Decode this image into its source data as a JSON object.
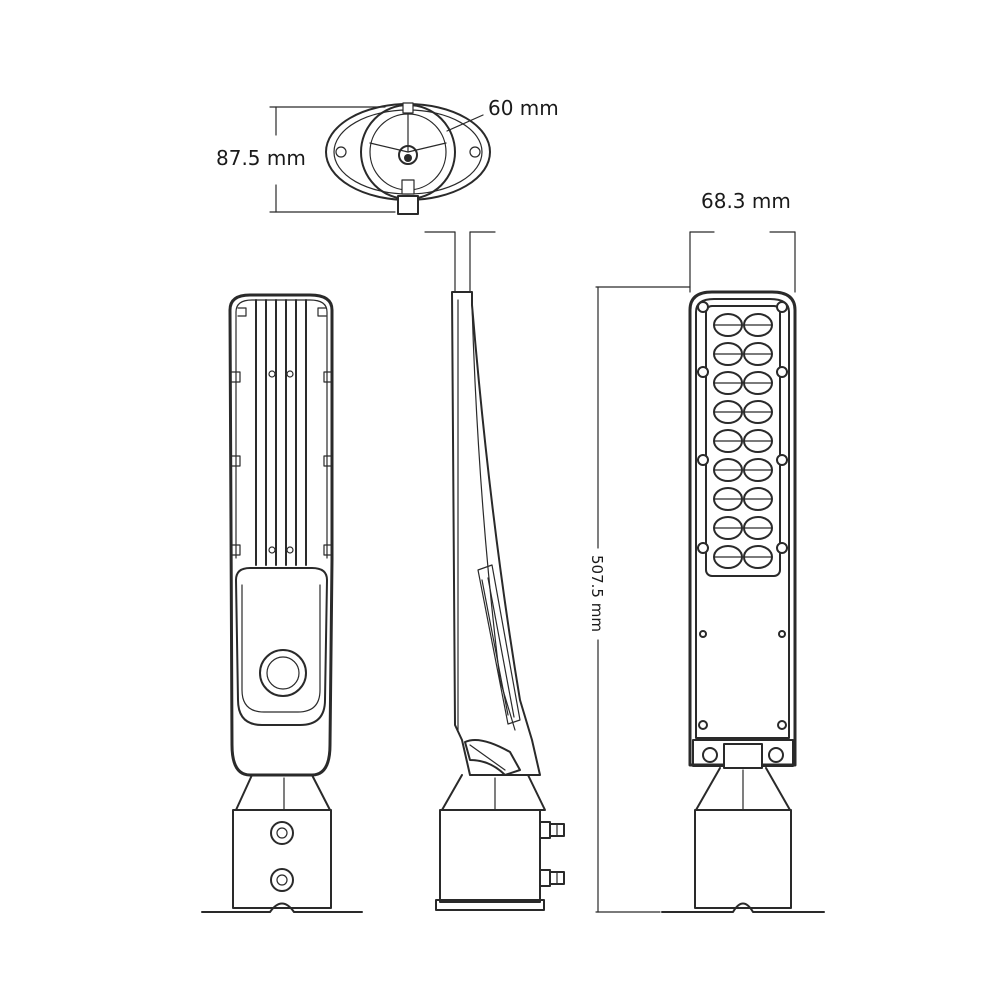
{
  "dimensions": {
    "top_height": "87.5 mm",
    "top_diameter": "60 mm",
    "width": "68.3 mm",
    "length": "507.5 mm"
  },
  "views": [
    "top-view",
    "back-view",
    "side-view",
    "front-view"
  ],
  "colors": {
    "line": "#2a2a2a",
    "background": "#ffffff"
  }
}
